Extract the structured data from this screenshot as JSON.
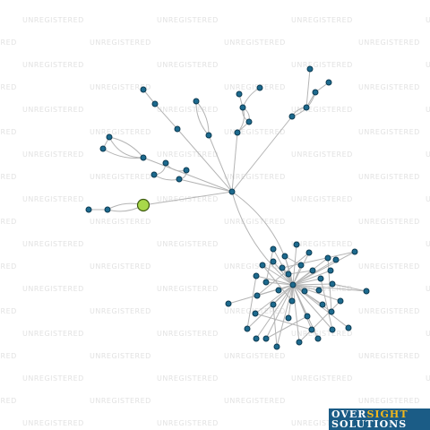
{
  "watermark": {
    "text": "UNREGISTERED"
  },
  "logo": {
    "word1": "OVER",
    "word2": "SIGHT",
    "word3": "SOLUTIONS"
  },
  "colors": {
    "node": "#1d6a8e",
    "focus_node": "#a8d84a",
    "edge": "#b4b4b4"
  }
}
